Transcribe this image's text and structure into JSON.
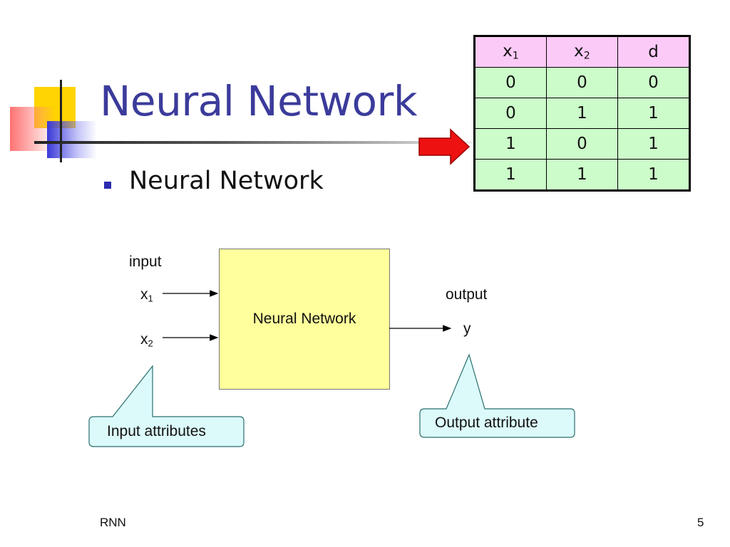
{
  "slide": {
    "title": "Neural Network",
    "bullet": "Neural Network",
    "footer_left": "RNN",
    "page_number": "5"
  },
  "truth_table": {
    "headers": [
      {
        "base": "x",
        "sub": "1"
      },
      {
        "base": "x",
        "sub": "2"
      },
      {
        "base": "d",
        "sub": ""
      }
    ],
    "rows": [
      [
        "0",
        "0",
        "0"
      ],
      [
        "0",
        "1",
        "1"
      ],
      [
        "1",
        "0",
        "1"
      ],
      [
        "1",
        "1",
        "1"
      ]
    ]
  },
  "diagram": {
    "input_label": "input",
    "x1": {
      "base": "x",
      "sub": "1"
    },
    "x2": {
      "base": "x",
      "sub": "2"
    },
    "box_label": "Neural Network",
    "output_label": "output",
    "y_label": "y",
    "input_callout": "Input attributes",
    "output_callout": "Output attribute"
  },
  "colors": {
    "title": "#3b3b9b",
    "table_header_bg": "#fccaf6",
    "table_body_bg": "#ccfcca",
    "nn_box_bg": "#ffff9c",
    "callout_bg": "#dcfafa",
    "arrow_red": "#ee1111"
  }
}
